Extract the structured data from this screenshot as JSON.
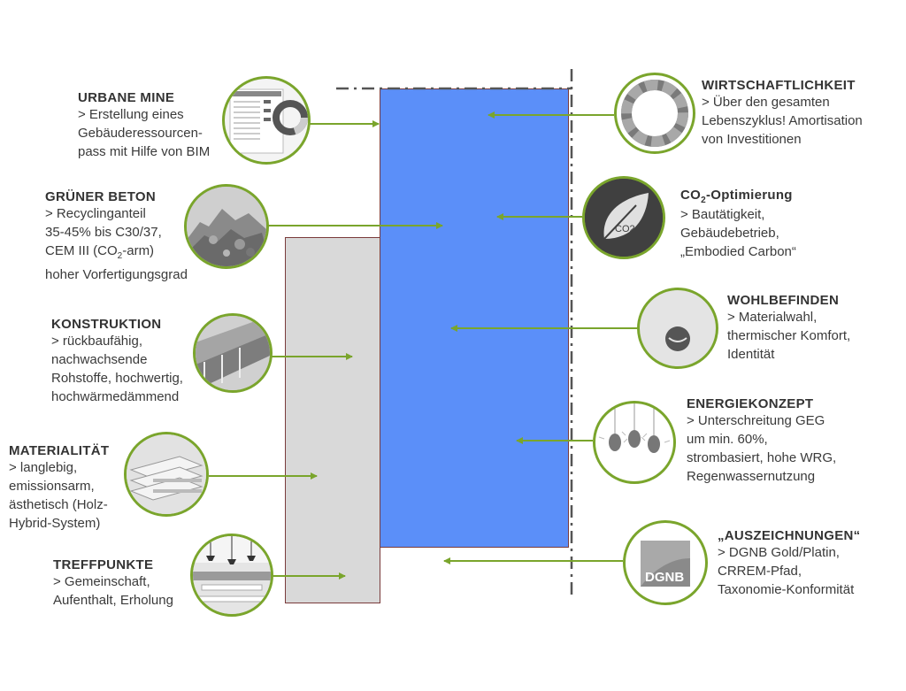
{
  "accent_color": "#7aa52c",
  "blue_block_color": "#5b8ff9",
  "grey_block_color": "#d9d9d9",
  "left_items": [
    {
      "id": "urbane-mine",
      "icon": "document-chart-icon",
      "title": "URBANE MINE",
      "lines": [
        "> Erstellung eines",
        "Gebäuderessourcen-",
        "pass mit Hilfe von BIM"
      ]
    },
    {
      "id": "gruener-beton",
      "icon": "rubble-photo-icon",
      "title": "GRÜNER BETON",
      "lines": [
        "> Recyclinganteil",
        "35-45% bis C30/37,",
        "CEM III (CO",
        "hoher Vorfertigungsgrad"
      ],
      "sub_line": {
        "prefix": "CEM III (CO",
        "sub": "2",
        "suffix": "-arm)"
      }
    },
    {
      "id": "konstruktion",
      "icon": "timber-construction-icon",
      "title": "KONSTRUKTION",
      "lines": [
        "> rückbaufähig,",
        "nachwachsende",
        "Rohstoffe, hochwertig,",
        "hochwärmedämmend"
      ]
    },
    {
      "id": "materialitaet",
      "icon": "timber-panels-icon",
      "title": "MATERIALITÄT",
      "lines": [
        "> langlebig,",
        "emissionsarm,",
        "ästhetisch (Holz-",
        "Hybrid-System)"
      ]
    },
    {
      "id": "treffpunkte",
      "icon": "cafe-interior-icon",
      "title": "TREFFPUNKTE",
      "lines": [
        "> Gemeinschaft,",
        "Aufenthalt, Erholung"
      ]
    }
  ],
  "right_items": [
    {
      "id": "wirtschaftlichkeit",
      "icon": "cycle-icon",
      "title": "WIRTSCHAFTLICHKEIT",
      "lines": [
        "> Über den gesamten",
        "Lebenszyklus! Amortisation",
        "von Investitionen"
      ]
    },
    {
      "id": "co2",
      "icon": "co2-leaf-icon",
      "title_prefix": "CO",
      "title_sub": "2",
      "title_suffix": "-Optimierung",
      "lines": [
        "> Bautätigkeit,",
        "Gebäudebetrieb,",
        "„Embodied Carbon“"
      ]
    },
    {
      "id": "wohlbefinden",
      "icon": "smiley-icon",
      "title": "WOHLBEFINDEN",
      "lines": [
        "> Materialwahl,",
        "thermischer Komfort,",
        "Identität"
      ]
    },
    {
      "id": "energiekonzept",
      "icon": "light-bulbs-icon",
      "title": "ENERGIEKONZEPT",
      "lines": [
        "> Unterschreitung GEG",
        "um min. 60%,",
        "strombasiert, hohe WRG,",
        "Regenwassernutzung"
      ]
    },
    {
      "id": "auszeichnungen",
      "icon": "dgnb-logo-icon",
      "title": "„AUSZEICHNUNGEN“",
      "lines": [
        "> DGNB Gold/Platin,",
        "CRREM-Pfad,",
        "Taxonomie-Konformität"
      ]
    }
  ],
  "icon_texts": {
    "co2": "CO2",
    "dgnb": "DGNB"
  }
}
